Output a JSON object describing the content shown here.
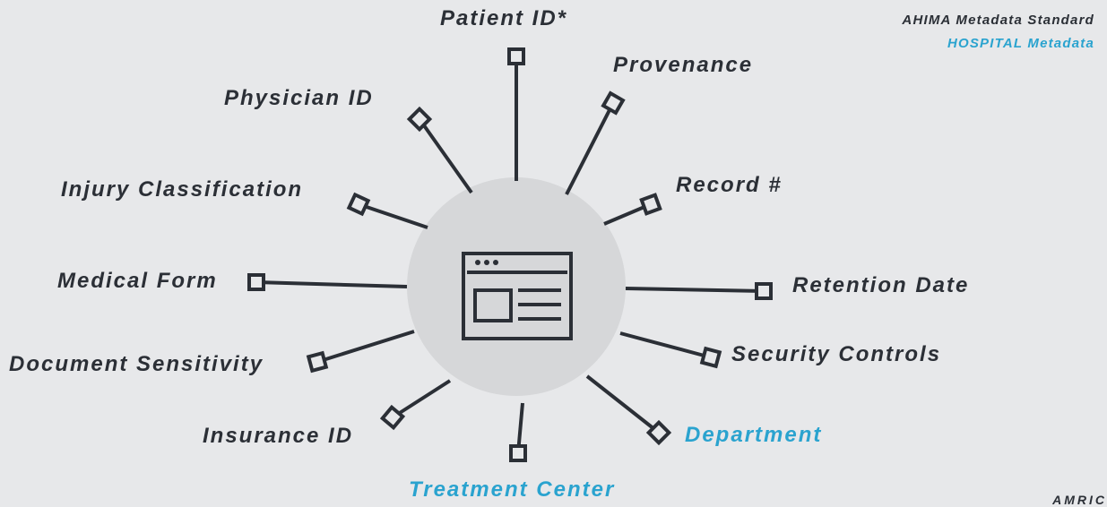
{
  "legend": {
    "standard": "AHIMA Metadata Standard",
    "hospital": "HOSPITAL Metadata"
  },
  "colors": {
    "standard": "#2b2f36",
    "hospital": "#2aa3cf",
    "hub": "#d6d7d9",
    "background": "#e7e8ea"
  },
  "center_icon": "document-form-icon",
  "corner_fragment": "AMRIC",
  "nodes": [
    {
      "id": "patient-id",
      "label": "Patient ID*",
      "category": "standard"
    },
    {
      "id": "provenance",
      "label": "Provenance",
      "category": "standard"
    },
    {
      "id": "record-number",
      "label": "Record #",
      "category": "standard"
    },
    {
      "id": "retention-date",
      "label": "Retention Date",
      "category": "standard"
    },
    {
      "id": "security-controls",
      "label": "Security Controls",
      "category": "standard"
    },
    {
      "id": "department",
      "label": "Department",
      "category": "hospital"
    },
    {
      "id": "treatment-center",
      "label": "Treatment Center",
      "category": "hospital"
    },
    {
      "id": "insurance-id",
      "label": "Insurance ID",
      "category": "standard"
    },
    {
      "id": "document-sensitivity",
      "label": "Document Sensitivity",
      "category": "standard"
    },
    {
      "id": "medical-form",
      "label": "Medical Form",
      "category": "standard"
    },
    {
      "id": "injury-classification",
      "label": "Injury Classification",
      "category": "standard"
    },
    {
      "id": "physician-id",
      "label": "Physician ID",
      "category": "standard"
    }
  ]
}
